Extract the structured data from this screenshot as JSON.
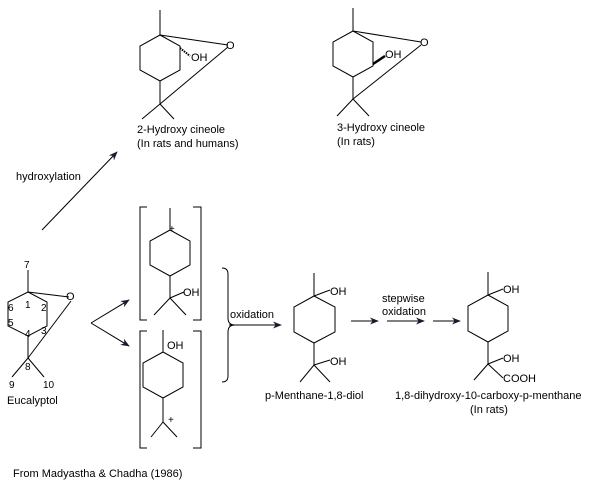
{
  "diagram": {
    "title": "Metabolic pathways of Eucalyptol",
    "source": "From Madyastha & Chadha (1986)",
    "colors": {
      "line": "#000000",
      "arrow": "#1a1a2e",
      "background": "#ffffff"
    },
    "compounds": {
      "hydroxy2": {
        "name": "2-Hydroxy cineole",
        "note": "(In rats and humans)",
        "atoms": {
          "O": "O",
          "OH": "OH"
        }
      },
      "hydroxy3": {
        "name": "3-Hydroxy cineole",
        "note": "(In rats)",
        "atoms": {
          "O": "O",
          "OH": "OH"
        }
      },
      "eucalyptol": {
        "name": "Eucalyptol",
        "atoms": {
          "O": "O"
        },
        "numbering": [
          "1",
          "2",
          "3",
          "4",
          "5",
          "6",
          "7",
          "8",
          "9",
          "10"
        ]
      },
      "cation1": {
        "atoms": {
          "plus": "+",
          "OH": "OH"
        }
      },
      "cation2": {
        "atoms": {
          "plus": "+",
          "OH": "OH"
        }
      },
      "diol": {
        "name": "p-Menthane-1,8-diol",
        "atoms": {
          "OH1": "OH",
          "OH2": "OH"
        }
      },
      "carboxy": {
        "name": "1,8-dihydroxy-10-carboxy-p-menthane",
        "note": "(In rats)",
        "atoms": {
          "OH1": "OH",
          "OH2": "OH",
          "COOH": "COOH"
        }
      }
    },
    "reactions": {
      "hydroxylation": "hydroxylation",
      "oxidation": "oxidation",
      "stepwise_line1": "stepwise",
      "stepwise_line2": "oxidation"
    }
  }
}
